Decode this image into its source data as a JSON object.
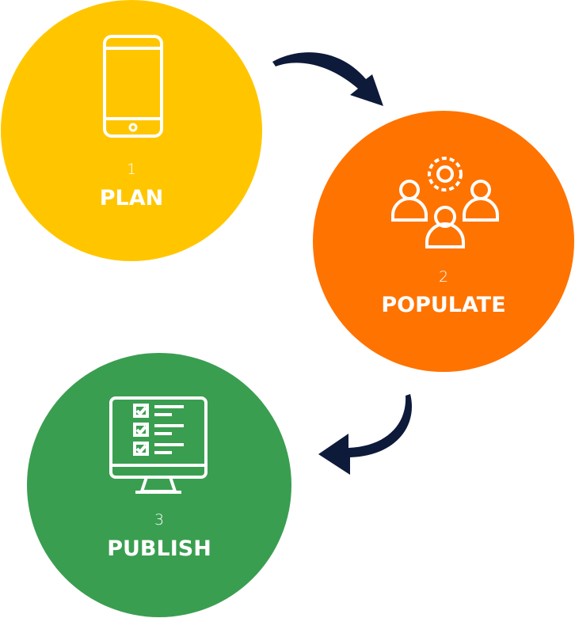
{
  "steps": [
    {
      "number": "1",
      "label": "PLAN",
      "icon": "smartphone-icon",
      "color": "#FFC600"
    },
    {
      "number": "2",
      "label": "POPULATE",
      "icon": "team-gear-icon",
      "color": "#FF7300"
    },
    {
      "number": "3",
      "label": "PUBLISH",
      "icon": "monitor-checklist-icon",
      "color": "#3A9E50"
    }
  ],
  "arrow_color": "#0E1A3A"
}
